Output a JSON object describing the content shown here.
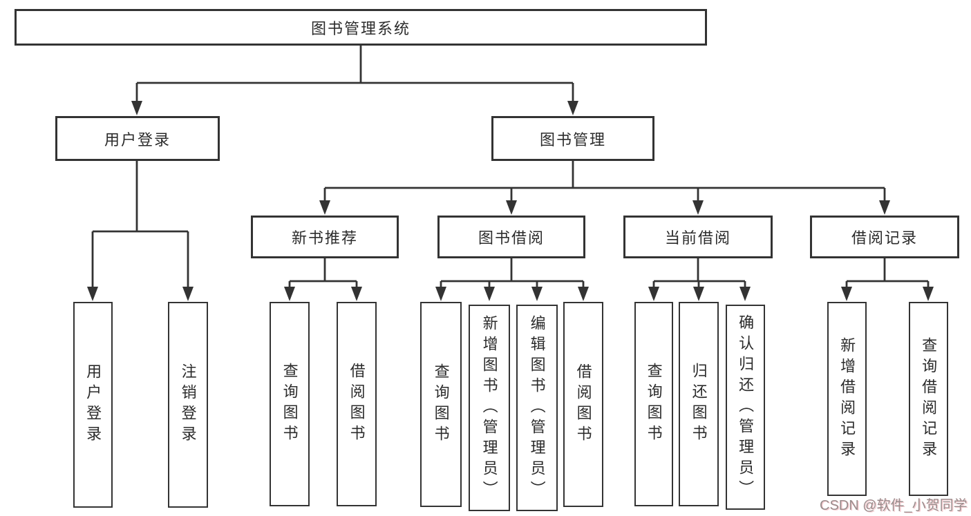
{
  "diagram": {
    "type": "hierarchy-tree",
    "colors": {
      "line": "#333333",
      "box_border": "#333333",
      "background": "#ffffff",
      "watermark": "#9a8c8c"
    },
    "tree": {
      "label": "图书管理系统",
      "children": [
        {
          "label": "用户登录",
          "children": [
            {
              "label": "用户登录"
            },
            {
              "label": "注销登录"
            }
          ]
        },
        {
          "label": "图书管理",
          "children": [
            {
              "label": "新书推荐",
              "children": [
                {
                  "label": "查询图书"
                },
                {
                  "label": "借阅图书"
                }
              ]
            },
            {
              "label": "图书借阅",
              "children": [
                {
                  "label": "查询图书"
                },
                {
                  "label": "新增图书（管理员）"
                },
                {
                  "label": "编辑图书（管理员）"
                },
                {
                  "label": "借阅图书"
                }
              ]
            },
            {
              "label": "当前借阅",
              "children": [
                {
                  "label": "查询图书"
                },
                {
                  "label": "归还图书"
                },
                {
                  "label": "确认归还（管理员）"
                }
              ]
            },
            {
              "label": "借阅记录",
              "children": [
                {
                  "label": "新增借阅记录"
                },
                {
                  "label": "查询借阅记录"
                }
              ]
            }
          ]
        }
      ]
    }
  },
  "watermark": {
    "text": "CSDN @软件_小贺同学"
  }
}
